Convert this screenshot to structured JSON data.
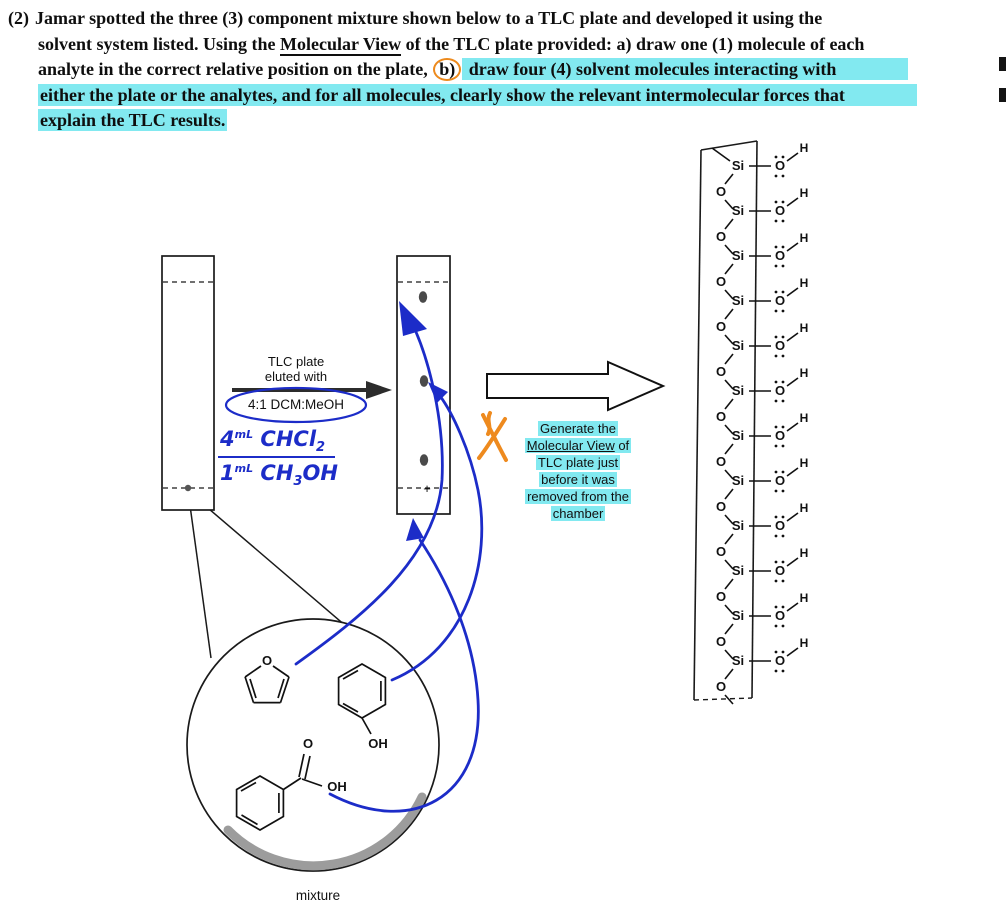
{
  "question": {
    "number": "(2)",
    "line1": "Jamar spotted the three (3) component mixture shown below to a TLC plate and developed it using the",
    "line2_pre": "solvent system listed. Using the ",
    "line2_emph": "Molecular View",
    "line2_post": " of the TLC plate provided: a) draw one (1) molecule of each",
    "line3_pre": "analyte in the correct relative position on the plate, ",
    "line3_circled": "b)",
    "line3_hl": " draw four (4) solvent molecules interacting with",
    "line4_hl": "either the plate or the analytes, and for all molecules, clearly show the relevant intermolecular forces that",
    "line5_hl": "explain the TLC results."
  },
  "elution": {
    "label_line1": "TLC plate",
    "label_line2": "eluted with",
    "solvent": "4:1 DCM:MeOH"
  },
  "handwriting": {
    "line1_qty": "4",
    "line1_unit": "mL",
    "line1_formula": "CHCl",
    "line1_sub": "2",
    "line2_qty": "1",
    "line2_unit": "mL",
    "line2_formula": "CH",
    "line2_sub": "3",
    "line2_tail": "OH"
  },
  "note": {
    "line1": "Generate the",
    "line2_underlined": "Molecular View",
    "line2_rest": " of",
    "line3": "TLC plate just",
    "line4": "before it was",
    "line5": "removed from the",
    "line6": "chamber"
  },
  "plate": {
    "origin_mark": "+"
  },
  "molecules": {
    "furan_o": "O",
    "phenol_oh": "OH",
    "benzoic_carbonyl_o": "O",
    "benzoic_oh": "OH",
    "mixture_label": "mixture"
  },
  "silica": {
    "si": "Si",
    "silanol_o": "O",
    "h": "H",
    "bridge_o": "O"
  },
  "colors": {
    "highlight_cyan": "#82e9f0",
    "pen_blue": "#1c2cc8",
    "annotation_orange": "#ed8a1d"
  }
}
